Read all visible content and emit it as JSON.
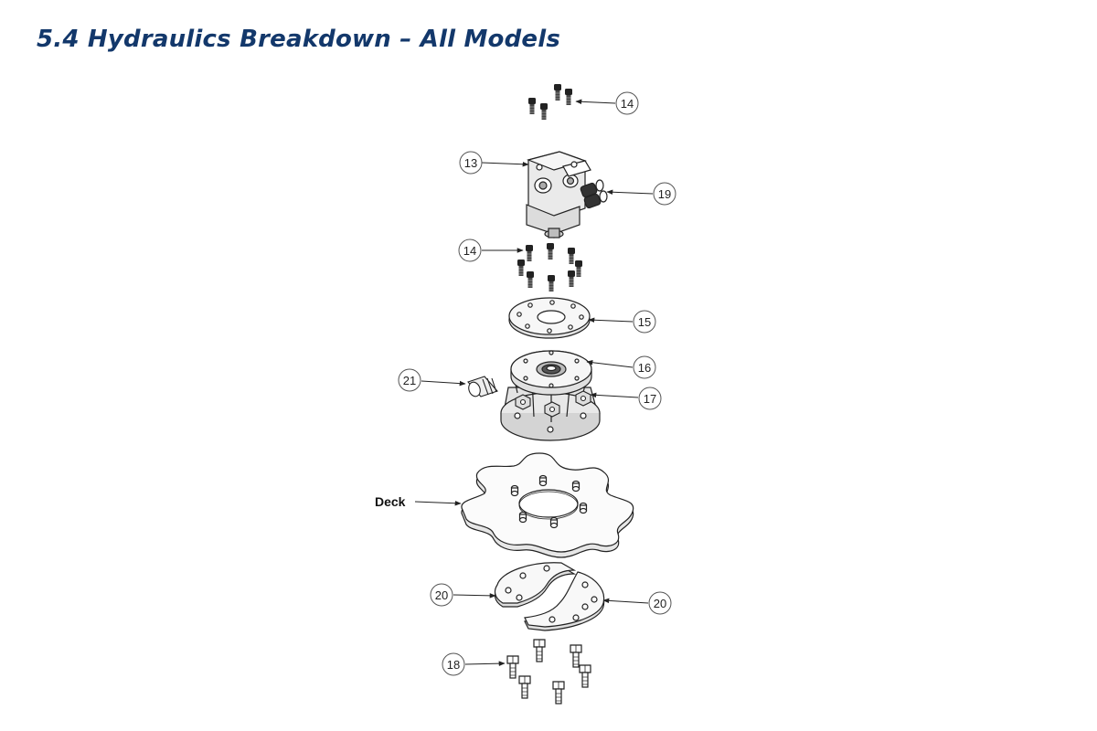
{
  "title": "5.4 Hydraulics Breakdown – All Models",
  "callouts": {
    "c14_top": "14",
    "c13": "13",
    "c19": "19",
    "c14_mid": "14",
    "c15": "15",
    "c16": "16",
    "c21": "21",
    "c17": "17",
    "deck": "Deck",
    "c20_left": "20",
    "c20_right": "20",
    "c18": "18"
  },
  "colors": {
    "title": "#13386b",
    "line": "#222222",
    "part_fill": "#e6e6e6"
  }
}
